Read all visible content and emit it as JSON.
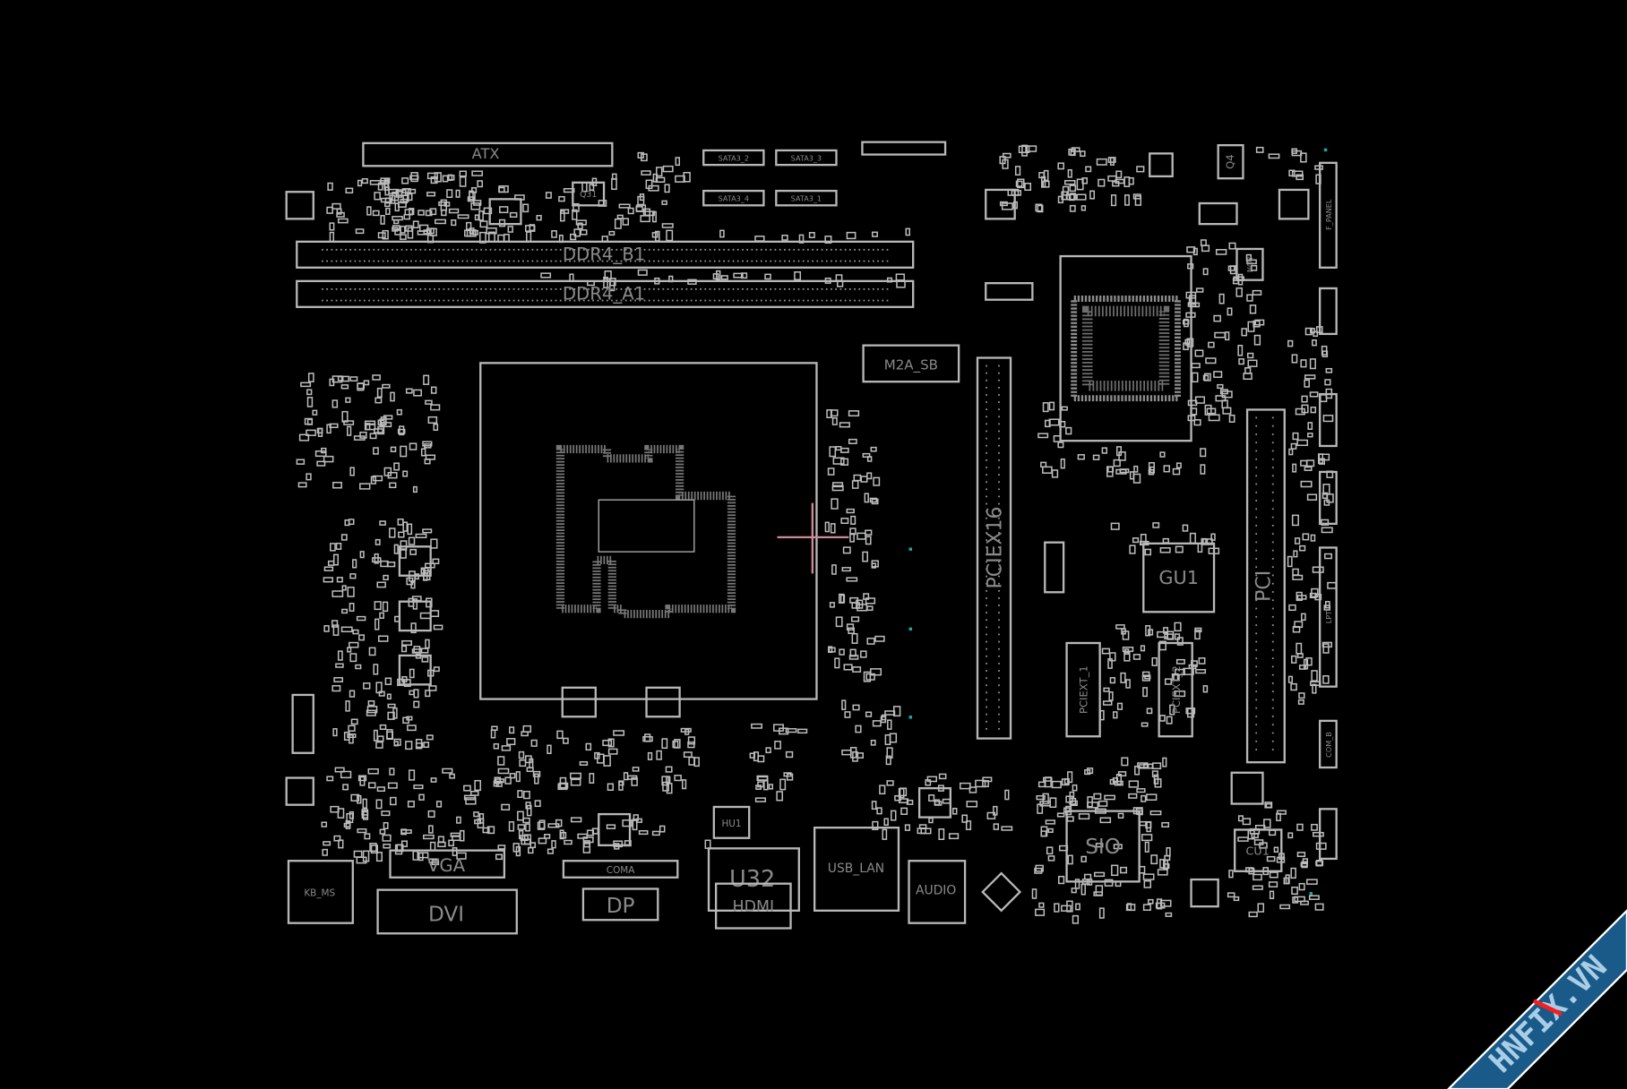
{
  "viewer": {
    "background_color": "#000000",
    "outline_color": "#b8b8b8",
    "label_color": "#8a8a8a",
    "crosshair_color": "#d08a98",
    "net_marker_color": "#1fa3a3"
  },
  "components": {
    "atx": "ATX",
    "sata_1": "SATA3_2",
    "sata_2": "SATA3_3",
    "sata_3": "SATA3_4",
    "sata_4": "SATA3_1",
    "q31": "Q31",
    "ddr4_b1": "DDR4_B1",
    "ddr4_a1": "DDR4_A1",
    "m2a_sb": "M2A_SB",
    "pciex16": "PCIEX16",
    "q4": "Q4",
    "nq3": "NQ3",
    "f_panel": "F_PANEL",
    "pci": "PCI",
    "gu1": "GU1",
    "pciext_1": "PCIEXT_1",
    "pciext_2": "PCIEXT_2",
    "lpt": "LPT",
    "com_b": "COM_B",
    "sio": "SIO",
    "cu1": "CU1",
    "kb_ms": "KB_MS",
    "vga": "VGA",
    "dvi": "DVI",
    "coma": "COMA",
    "dp": "DP",
    "u32": "U32",
    "hdmi": "HDMI",
    "hu1": "HU1",
    "usb_lan": "USB_LAN",
    "audio": "AUDIO"
  },
  "watermark": {
    "text": "HNFIX.VN",
    "band_color": "#1a5a88",
    "text_color": "#a9cde6",
    "accent_color": "#ff1a1a"
  }
}
